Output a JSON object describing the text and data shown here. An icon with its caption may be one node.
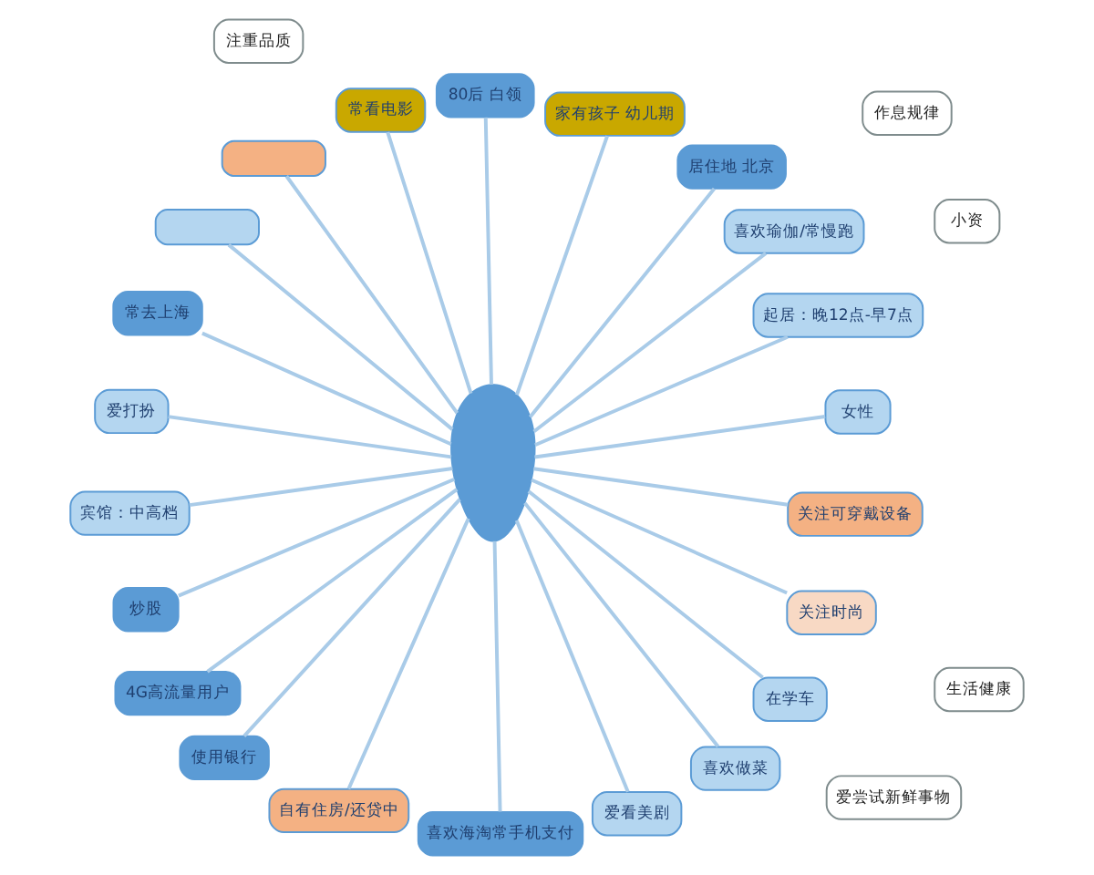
{
  "diagram": {
    "nodes": [
      {
        "text": [
          "女性"
        ]
      },
      {
        "text": [
          "起居：晚12点-早7点"
        ]
      },
      {
        "text": [
          "喜欢瑜伽/常慢跑"
        ]
      },
      {
        "text": [
          "居住地 北京"
        ]
      },
      {
        "text": [
          "家有孩子 幼儿期"
        ]
      },
      {
        "text": [
          "80后 白领"
        ]
      },
      {
        "text": [
          "常看电影"
        ]
      },
      {
        "text": [],
        "shape": "box"
      },
      {
        "text": [],
        "shape": "box"
      },
      {
        "text": [
          "常去上海"
        ]
      },
      {
        "text": [
          "爱打扮"
        ]
      },
      {
        "text": [
          "宾馆：中高档"
        ]
      },
      {
        "text": [
          "炒股"
        ]
      },
      {
        "text": [
          "4G高流量用户"
        ]
      },
      {
        "text": [
          "使用银行"
        ]
      },
      {
        "text": [
          "自有住房/还贷中"
        ]
      },
      {
        "text": [
          "喜欢海淘常手机支付"
        ]
      },
      {
        "text": [
          "爱看美剧"
        ]
      },
      {
        "text": [
          "喜欢做菜"
        ]
      },
      {
        "text": [
          "在学车"
        ]
      },
      {
        "text": [
          "关注时尚"
        ]
      },
      {
        "text": [
          "关注可穿戴设备"
        ]
      },
      {
        "text": [],
        "shape": "person"
      },
      {
        "text": [
          "作息规律"
        ]
      },
      {
        "text": [
          "注重品质"
        ]
      },
      {
        "text": [
          "生活健康"
        ]
      },
      {
        "text": [
          "爱尝试新鲜事物"
        ]
      },
      {
        "text": [
          "小资"
        ]
      }
    ],
    "edges": [
      {
        "from": 0,
        "to": 22,
        "arrow": "none"
      },
      {
        "from": 1,
        "to": 22,
        "arrow": "none"
      },
      {
        "from": 2,
        "to": 22,
        "arrow": "none"
      },
      {
        "from": 3,
        "to": 22,
        "arrow": "none"
      },
      {
        "from": 4,
        "to": 22,
        "arrow": "none"
      },
      {
        "from": 5,
        "to": 22,
        "arrow": "none"
      },
      {
        "from": 6,
        "to": 22,
        "arrow": "none"
      },
      {
        "from": 7,
        "to": 22,
        "arrow": "none"
      },
      {
        "from": 8,
        "to": 22,
        "arrow": "none"
      },
      {
        "from": 9,
        "to": 22,
        "arrow": "none"
      },
      {
        "from": 10,
        "to": 22,
        "arrow": "none"
      },
      {
        "from": 11,
        "to": 22,
        "arrow": "none"
      },
      {
        "from": 12,
        "to": 22,
        "arrow": "none"
      },
      {
        "from": 13,
        "to": 22,
        "arrow": "none"
      },
      {
        "from": 14,
        "to": 22,
        "arrow": "none"
      },
      {
        "from": 15,
        "to": 22,
        "arrow": "none"
      },
      {
        "from": 16,
        "to": 22,
        "arrow": "none"
      },
      {
        "from": 17,
        "to": 22,
        "arrow": "none"
      },
      {
        "from": 18,
        "to": 22,
        "arrow": "none"
      },
      {
        "from": 19,
        "to": 22,
        "arrow": "none"
      },
      {
        "from": 20,
        "to": 22,
        "arrow": "none"
      },
      {
        "from": 21,
        "to": 22,
        "arrow": "none"
      }
    ]
  }
}
